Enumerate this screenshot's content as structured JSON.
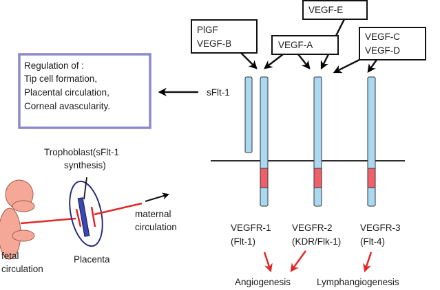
{
  "ligands": {
    "plgf_vegfb": [
      "PlGF",
      "VEGF-B"
    ],
    "vegfa": [
      "VEGF-A"
    ],
    "vegfe": [
      "VEGF-E"
    ],
    "vegfc_vegfd": [
      "VEGF-C",
      "VEGF-D"
    ]
  },
  "regulation_box": {
    "lines": [
      "Regulation of :",
      "Tip cell formation,",
      "Placental circulation,",
      "Corneal avascularity."
    ]
  },
  "sflt1_label": "sFlt-1",
  "receptors": [
    {
      "name": "VEGFR-1",
      "alias": "(Flt-1)"
    },
    {
      "name": "VEGFR-2",
      "alias": "(KDR/Flk-1)"
    },
    {
      "name": "VEGFR-3",
      "alias": "(Flt-4)"
    }
  ],
  "outcomes": {
    "angiogenesis": "Angiogenesis",
    "lymphangiogenesis": "Lymphangiogenesis"
  },
  "placenta": {
    "trophoblast_lines": [
      "Trophoblast(sFlt-1",
      "synthesis)"
    ],
    "placenta_label": "Placenta",
    "maternal_lines": [
      "maternal",
      "circulation"
    ],
    "fetal_lines": [
      "fetal",
      "circulation"
    ]
  },
  "colors": {
    "receptor_fill": "#a9d8f0",
    "kinase_fill": "#f0606a",
    "box_border_purple": "#8c88cc",
    "fetus_fill": "#f5a898",
    "placenta_outline": "#2a2a80",
    "trophoblast_fill": "#3a48b0",
    "red_line": "#e02828"
  }
}
